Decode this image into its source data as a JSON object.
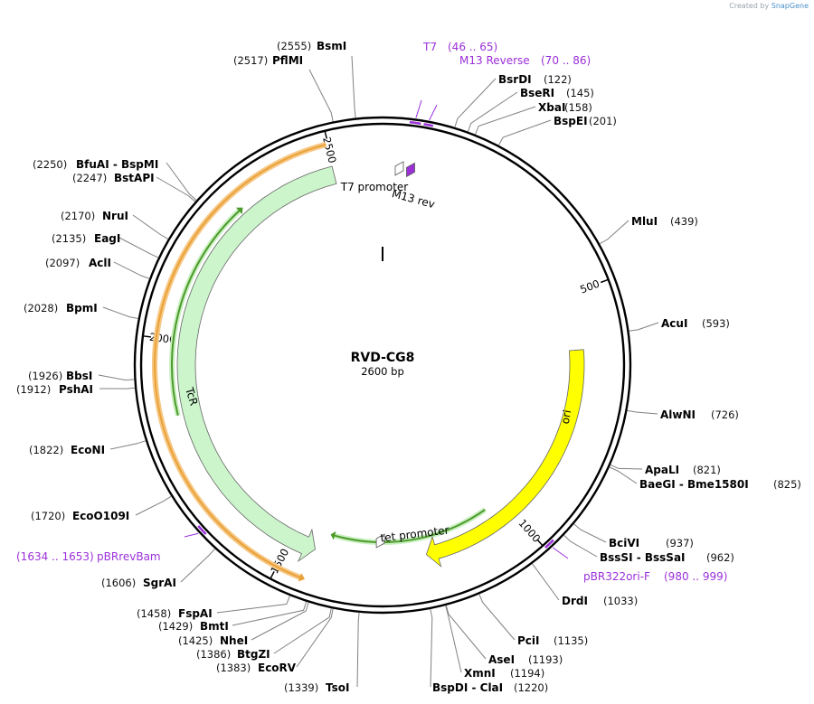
{
  "branding": {
    "prefix": "Created by",
    "brand": "SnapGene"
  },
  "plasmid": {
    "name": "RVD-CG8",
    "length_label": "2600 bp",
    "length": 2600
  },
  "scale_ticks": [
    {
      "pos": 500,
      "label": "500"
    },
    {
      "pos": 1000,
      "label": "1000"
    },
    {
      "pos": 1500,
      "label": "1500"
    },
    {
      "pos": 2000,
      "label": "2000"
    },
    {
      "pos": 2500,
      "label": "2500"
    }
  ],
  "enzymes": [
    {
      "name": "BsmI",
      "pos": 2555,
      "pos_label": "(2555)"
    },
    {
      "name": "PflMI",
      "pos": 2517,
      "pos_label": "(2517)"
    },
    {
      "name": "BsrDI",
      "pos": 122,
      "pos_label": "(122)"
    },
    {
      "name": "BseRI",
      "pos": 145,
      "pos_label": "(145)"
    },
    {
      "name": "XbaI",
      "pos": 158,
      "pos_label": "(158)"
    },
    {
      "name": "BspEI",
      "pos": 201,
      "pos_label": "(201)"
    },
    {
      "name": "BfuAI - BspMI",
      "pos": 2250,
      "pos_label": "(2250)"
    },
    {
      "name": "BstAPI",
      "pos": 2247,
      "pos_label": "(2247)"
    },
    {
      "name": "MluI",
      "pos": 439,
      "pos_label": "(439)"
    },
    {
      "name": "NruI",
      "pos": 2170,
      "pos_label": "(2170)"
    },
    {
      "name": "EagI",
      "pos": 2135,
      "pos_label": "(2135)"
    },
    {
      "name": "AclI",
      "pos": 2097,
      "pos_label": "(2097)"
    },
    {
      "name": "BpmI",
      "pos": 2028,
      "pos_label": "(2028)"
    },
    {
      "name": "AcuI",
      "pos": 593,
      "pos_label": "(593)"
    },
    {
      "name": "BbsI",
      "pos": 1926,
      "pos_label": "(1926)"
    },
    {
      "name": "PshAI",
      "pos": 1912,
      "pos_label": "(1912)"
    },
    {
      "name": "AlwNI",
      "pos": 726,
      "pos_label": "(726)"
    },
    {
      "name": "EcoNI",
      "pos": 1822,
      "pos_label": "(1822)"
    },
    {
      "name": "ApaLI",
      "pos": 821,
      "pos_label": "(821)"
    },
    {
      "name": "BaeGI - Bme1580I",
      "pos": 825,
      "pos_label": "(825)"
    },
    {
      "name": "EcoO109I",
      "pos": 1720,
      "pos_label": "(1720)"
    },
    {
      "name": "BciVI",
      "pos": 937,
      "pos_label": "(937)"
    },
    {
      "name": "BssSI - BssSaI",
      "pos": 962,
      "pos_label": "(962)"
    },
    {
      "name": "SgrAI",
      "pos": 1606,
      "pos_label": "(1606)"
    },
    {
      "name": "DrdI",
      "pos": 1033,
      "pos_label": "(1033)"
    },
    {
      "name": "FspAI",
      "pos": 1458,
      "pos_label": "(1458)"
    },
    {
      "name": "PciI",
      "pos": 1135,
      "pos_label": "(1135)"
    },
    {
      "name": "BmtI",
      "pos": 1429,
      "pos_label": "(1429)"
    },
    {
      "name": "NheI",
      "pos": 1425,
      "pos_label": "(1425)"
    },
    {
      "name": "AseI",
      "pos": 1193,
      "pos_label": "(1193)"
    },
    {
      "name": "BtgZI",
      "pos": 1386,
      "pos_label": "(1386)"
    },
    {
      "name": "XmnI",
      "pos": 1194,
      "pos_label": "(1194)"
    },
    {
      "name": "EcoRV",
      "pos": 1383,
      "pos_label": "(1383)"
    },
    {
      "name": "TsoI",
      "pos": 1339,
      "pos_label": "(1339)"
    },
    {
      "name": "BspDI - ClaI",
      "pos": 1220,
      "pos_label": "(1220)"
    }
  ],
  "primers": [
    {
      "name": "T7",
      "range_label": "(46 .. 65)",
      "start": 46,
      "end": 65
    },
    {
      "name": "M13 Reverse",
      "range_label": "(70 .. 86)",
      "start": 70,
      "end": 86
    },
    {
      "name": "pBR322ori-F",
      "range_label": "(980 .. 999)",
      "start": 980,
      "end": 999
    },
    {
      "name": "pBRrevBam",
      "range_label": "(1634 .. 1653)",
      "start": 1634,
      "end": 1653
    }
  ],
  "features": [
    {
      "name": "ori",
      "type": "rep_origin",
      "start": 618,
      "end": 1206,
      "strand": "forward",
      "color": "#ffff00"
    },
    {
      "name": "TcR",
      "type": "CDS",
      "start": 1445,
      "end": 2497,
      "strand": "reverse",
      "color": "#ccf5cc"
    },
    {
      "name": "T7 promoter",
      "type": "promoter",
      "start": 46,
      "end": 64,
      "strand": "reverse",
      "color": "#ffffff"
    },
    {
      "name": "M13 rev",
      "type": "primer_bind",
      "start": 70,
      "end": 86,
      "strand": "reverse",
      "color": "#9b30d9"
    },
    {
      "name": "tet promoter",
      "type": "promoter",
      "start": 1290,
      "end": 1318,
      "strand": "reverse",
      "color": "#ffffff"
    }
  ],
  "orfs": [
    {
      "start": 1045,
      "end": 1418,
      "strand": "forward",
      "color": "#4c9a2a"
    },
    {
      "start": 1449,
      "end": 2496,
      "strand": "reverse",
      "color": "#e8a23a"
    },
    {
      "start": 1850,
      "end": 2295,
      "strand": "forward",
      "color": "#4c9a2a"
    }
  ],
  "colors": {
    "backbone": "#000000",
    "enzyme_line": "#808080",
    "primer": "#9b30d9",
    "ori": "#ffff00",
    "tcr": "#ccf5cc",
    "orf_green": "#4c9a2a",
    "orf_orange": "#e8a23a"
  }
}
